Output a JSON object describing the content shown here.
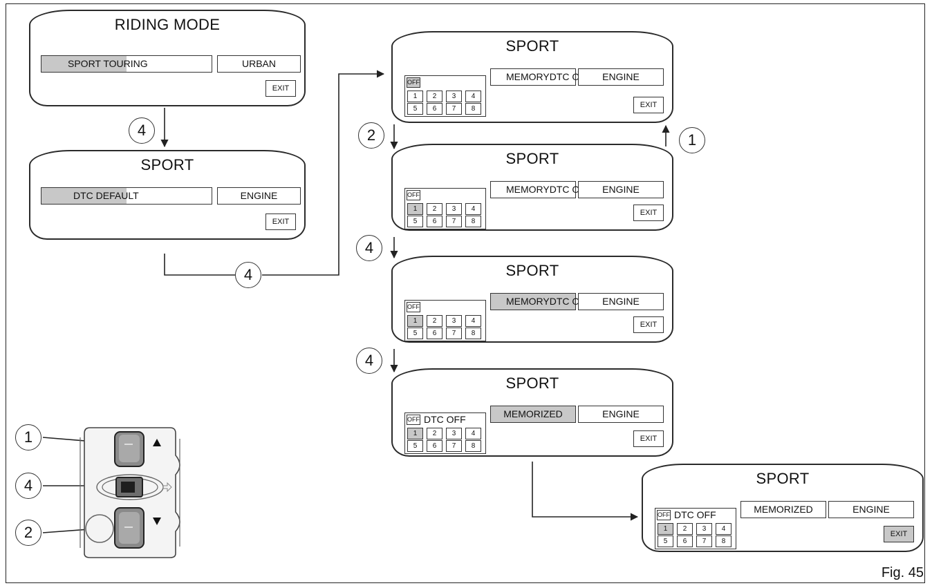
{
  "figure_label": "Fig. 45",
  "screens": [
    {
      "title": "RIDING MODE",
      "options": [
        {
          "label": "SPORT TOURING",
          "selected": true
        },
        {
          "label": "URBAN",
          "selected": false
        }
      ],
      "exit": {
        "label": "EXIT",
        "selected": false
      }
    },
    {
      "title": "SPORT",
      "options": [
        {
          "label": "DTC DEFAULT",
          "selected": true
        },
        {
          "label": "ENGINE",
          "selected": false
        }
      ],
      "exit": {
        "label": "EXIT",
        "selected": false
      }
    },
    {
      "title": "SPORT",
      "dtc": {
        "off_label": "OFF",
        "off_selected": true,
        "value_label": "",
        "levels": [
          "1",
          "2",
          "3",
          "4",
          "5",
          "6",
          "7",
          "8"
        ],
        "selected_level": null
      },
      "options": [
        {
          "label": "MEMORYDTC OFF",
          "selected": false
        },
        {
          "label": "ENGINE",
          "selected": false
        }
      ],
      "exit": {
        "label": "EXIT",
        "selected": false
      }
    },
    {
      "title": "SPORT",
      "dtc": {
        "off_label": "OFF",
        "off_selected": false,
        "value_label": "",
        "levels": [
          "1",
          "2",
          "3",
          "4",
          "5",
          "6",
          "7",
          "8"
        ],
        "selected_level": "1"
      },
      "options": [
        {
          "label": "MEMORYDTC OFF",
          "selected": false
        },
        {
          "label": "ENGINE",
          "selected": false
        }
      ],
      "exit": {
        "label": "EXIT",
        "selected": false
      }
    },
    {
      "title": "SPORT",
      "dtc": {
        "off_label": "OFF",
        "off_selected": false,
        "value_label": "",
        "levels": [
          "1",
          "2",
          "3",
          "4",
          "5",
          "6",
          "7",
          "8"
        ],
        "selected_level": "1"
      },
      "options": [
        {
          "label": "MEMORYDTC OFF",
          "selected": true
        },
        {
          "label": "ENGINE",
          "selected": false
        }
      ],
      "exit": {
        "label": "EXIT",
        "selected": false
      }
    },
    {
      "title": "SPORT",
      "dtc": {
        "off_label": "OFF",
        "off_selected": false,
        "value_label": "DTC OFF",
        "levels": [
          "1",
          "2",
          "3",
          "4",
          "5",
          "6",
          "7",
          "8"
        ],
        "selected_level": "1"
      },
      "options": [
        {
          "label": "MEMORIZED",
          "selected": true
        },
        {
          "label": "ENGINE",
          "selected": false
        }
      ],
      "exit": {
        "label": "EXIT",
        "selected": false
      }
    },
    {
      "title": "SPORT",
      "dtc": {
        "off_label": "OFF",
        "off_selected": false,
        "value_label": "DTC OFF",
        "levels": [
          "1",
          "2",
          "3",
          "4",
          "5",
          "6",
          "7",
          "8"
        ],
        "selected_level": "1"
      },
      "options": [
        {
          "label": "MEMORIZED",
          "selected": false
        },
        {
          "label": "ENGINE",
          "selected": false
        }
      ],
      "exit": {
        "label": "EXIT",
        "selected": true
      }
    }
  ],
  "steps": [
    {
      "label": "4"
    },
    {
      "label": "4"
    },
    {
      "label": "2"
    },
    {
      "label": "1"
    },
    {
      "label": "4"
    },
    {
      "label": "4"
    },
    {
      "label": "1"
    },
    {
      "label": "4"
    },
    {
      "label": "2"
    }
  ],
  "switch_controls": [
    {
      "name": "up",
      "icon": "triangle-up-icon"
    },
    {
      "name": "enter",
      "icon": "enter-icon"
    },
    {
      "name": "down",
      "icon": "triangle-down-icon"
    }
  ]
}
